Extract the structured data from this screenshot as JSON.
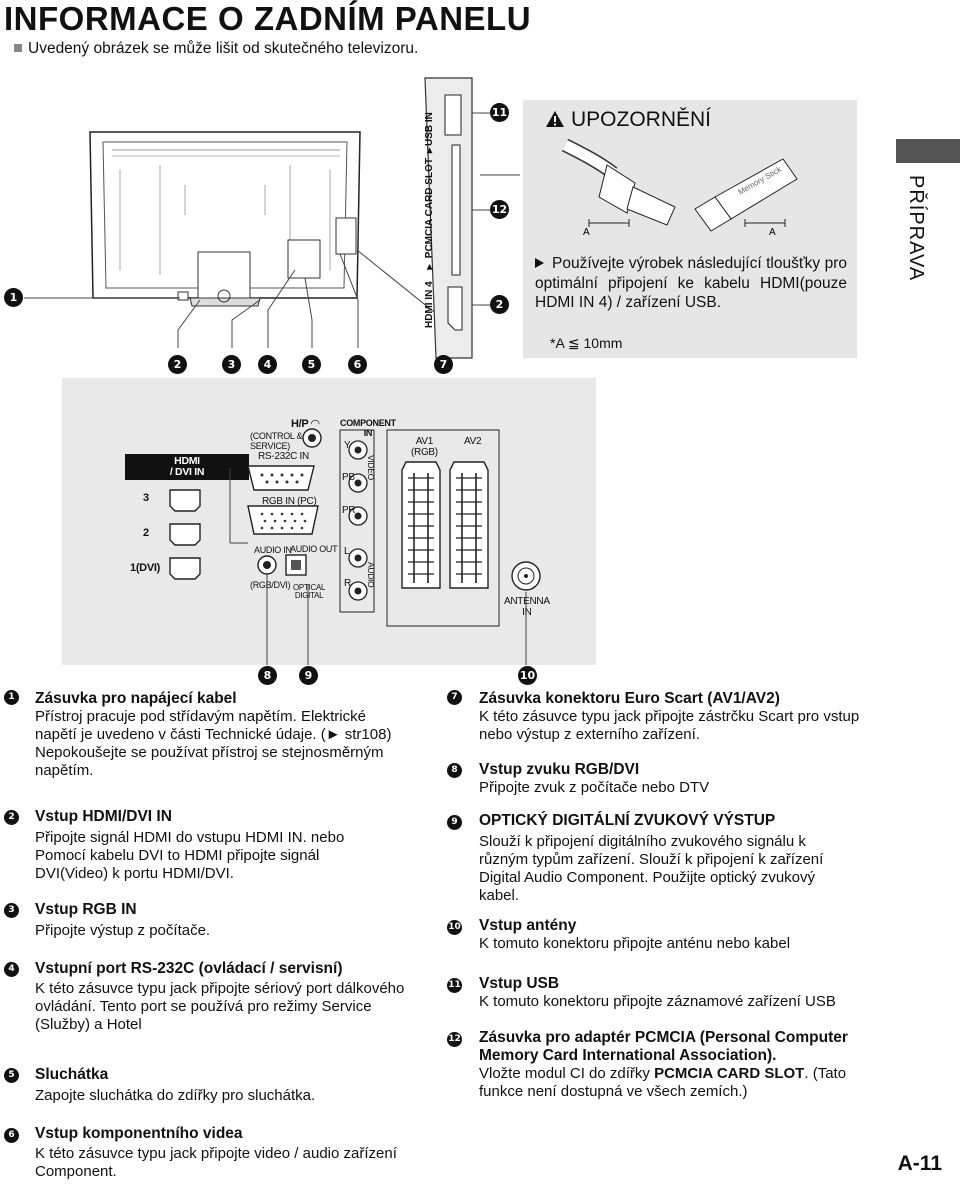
{
  "title": "INFORMACE O  ZADNÍM PANELU",
  "subtitle": "Uvedený obrázek se může lišit od skutečného televizoru.",
  "side_tab": "PŘÍPRAVA",
  "page_number": "A-11",
  "side_panel_labels": {
    "usb": "USB IN",
    "pcmcia": "▼ PCMCIA CARD SLOT ▼",
    "hdmi4": "HDMI IN 4"
  },
  "callouts": [
    "1",
    "2",
    "3",
    "4",
    "5",
    "6",
    "7",
    "8",
    "9",
    "10",
    "11",
    "12"
  ],
  "warning": {
    "title": "UPOZORNĚNÍ",
    "text": "Používejte výrobek následující tloušťky pro optimální připojení ke kabelu HDMI(pouze HDMI IN 4) / zařízení USB.",
    "note": "*A ≦ 10mm",
    "dim_label": "A",
    "memory_stick": "Memory Stick"
  },
  "panel_labels": {
    "hdmi_title": "HDMI\n/ DVI IN",
    "hdmi_3": "3",
    "hdmi_2": "2",
    "hdmi_1": "1(DVI)",
    "hp": "H/P",
    "control": "(CONTROL &\nSERVICE)",
    "rs232": "RS-232C IN",
    "rgb_in": "RGB IN (PC)",
    "audio_in": "AUDIO IN",
    "rgb_dvi": "(RGB/DVI)",
    "audio_out": "AUDIO OUT",
    "optical": "OPTICAL\nDIGITAL",
    "component": "COMPONENT\nIN",
    "y": "Y",
    "pb": "PB",
    "pr": "PR",
    "l": "L",
    "r": "R",
    "video": "VIDEO",
    "audio": "AUDIO",
    "av1": "AV1\n(RGB)",
    "av2": "AV2",
    "antenna": "ANTENNA\nIN"
  },
  "items_left": [
    {
      "num": "1",
      "head": "Zásuvka pro napájecí kabel",
      "body": "Přístroj pracuje pod střídavým napětím. Elektrické napětí je uvedeno v části Technické údaje. (► str108) Nepokoušejte se používat přístroj se stejnosměrným napětím."
    },
    {
      "num": "2",
      "head": "Vstup HDMI/DVI IN",
      "body": "Připojte signál HDMI do vstupu HDMI IN. nebo Pomocí kabelu DVI to HDMI připojte signál DVI(Video) k portu HDMI/DVI."
    },
    {
      "num": "3",
      "head": "Vstup RGB IN",
      "body": "Připojte výstup z počítače."
    },
    {
      "num": "4",
      "head": "Vstupní port RS-232C (ovládací / servisní)",
      "body": "K této zásuvce typu jack připojte sériový port dálkového ovládání. Tento port se používá pro režimy Service (Služby) a Hotel"
    },
    {
      "num": "5",
      "head": "Sluchátka",
      "body": "Zapojte sluchátka do zdířky pro sluchátka."
    },
    {
      "num": "6",
      "head": "Vstup komponentního videa",
      "body": "K této zásuvce typu jack připojte video / audio zařízení Component."
    }
  ],
  "items_right": [
    {
      "num": "7",
      "head": "Zásuvka konektoru Euro Scart (AV1/AV2)",
      "body": "K této zásuvce typu jack připojte zástrčku Scart pro vstup nebo výstup z  externího zařízení."
    },
    {
      "num": "8",
      "head": "Vstup zvuku RGB/DVI",
      "body": "Připojte zvuk z počítače nebo DTV"
    },
    {
      "num": "9",
      "head": "OPTICKÝ DIGITÁLNÍ ZVUKOVÝ VÝSTUP",
      "body": "Slouží  k  připojení  digitálního  zvukového  signálu  k různým typům zařízení. Slouží k připojení k  zařízení Digital Audio Component. Použijte optický zvukový kabel."
    },
    {
      "num": "10",
      "head": "Vstup antény",
      "body": "K  tomuto konektoru připojte anténu nebo kabel"
    },
    {
      "num": "11",
      "head": "Vstup USB",
      "body": "K  tomuto konektoru připojte záznamové zařízení USB"
    },
    {
      "num": "12",
      "head": "Zásuvka pro adaptér PCMCIA (Personal Computer Memory Card International Association).",
      "body_pre": "Vložte modul CI do zdířky ",
      "body_bold": "PCMCIA CARD SLOT",
      "body_post": ". (Tato funkce není dostupná ve všech zemích.)"
    }
  ]
}
